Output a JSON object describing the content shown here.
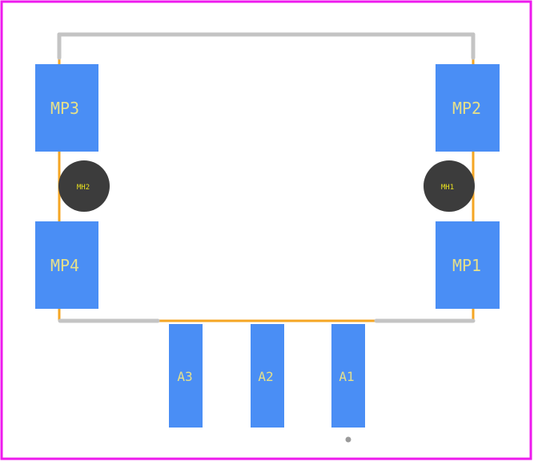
{
  "colors": {
    "board_outline": "#ee1aee",
    "silkscreen": "#c4c4c4",
    "courtyard": "#f5a623",
    "pad": "#4a8ef5",
    "pad_label": "#e6e08a",
    "hole": "#3c3c3c",
    "hole_label": "#e8e020",
    "pin1_marker": "#9a9a9a"
  },
  "pads": {
    "mp3": "MP3",
    "mp2": "MP2",
    "mp4": "MP4",
    "mp1": "MP1",
    "a3": "A3",
    "a2": "A2",
    "a1": "A1"
  },
  "holes": {
    "mh2": "MH2",
    "mh1": "MH1"
  }
}
